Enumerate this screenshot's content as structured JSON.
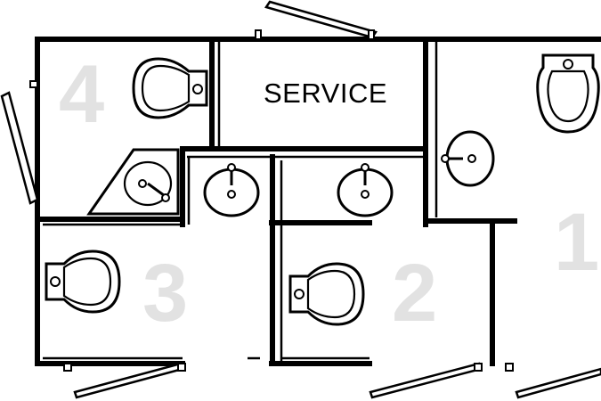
{
  "rooms": {
    "room_4": {
      "label": "4"
    },
    "room_3": {
      "label": "3"
    },
    "room_2": {
      "label": "2"
    },
    "room_1": {
      "label": "1"
    },
    "service": {
      "label": "SERVICE"
    }
  },
  "colors": {
    "wall": "#000000",
    "room_number": "#e2e2e2",
    "background": "#ffffff"
  },
  "icons": [
    "toilet-icon",
    "urinal-icon",
    "sink-icon",
    "door-icon"
  ]
}
